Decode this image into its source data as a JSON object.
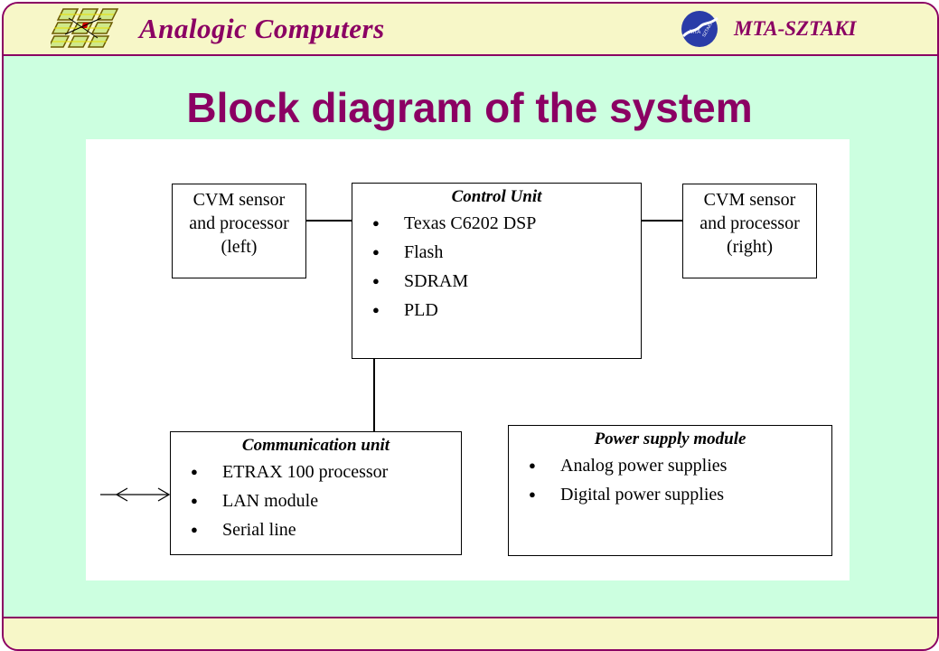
{
  "header": {
    "brand": "Analogic Computers",
    "org_logo_text": "MTA SZTAKI",
    "org_name": "MTA-SZTAKI"
  },
  "slide": {
    "title": "Block diagram of the system"
  },
  "diagram": {
    "cvm_left": {
      "lines": [
        "CVM sensor",
        "and processor",
        "(left)"
      ]
    },
    "cvm_right": {
      "lines": [
        "CVM sensor",
        "and processor",
        "(right)"
      ]
    },
    "control_unit": {
      "title": "Control Unit",
      "items": [
        "Texas C6202 DSP",
        "Flash",
        "SDRAM",
        "PLD"
      ]
    },
    "communication_unit": {
      "title": "Communication unit",
      "items": [
        "ETRAX 100 processor",
        "LAN module",
        "Serial line"
      ]
    },
    "power_supply": {
      "title": "Power supply module",
      "items": [
        "Analog power supplies",
        "Digital power supplies"
      ]
    },
    "external_link": "bidirectional-arrow"
  },
  "colors": {
    "accent": "#8b0063",
    "header_bg": "#f7f7c8",
    "content_bg": "#ccffe0"
  }
}
